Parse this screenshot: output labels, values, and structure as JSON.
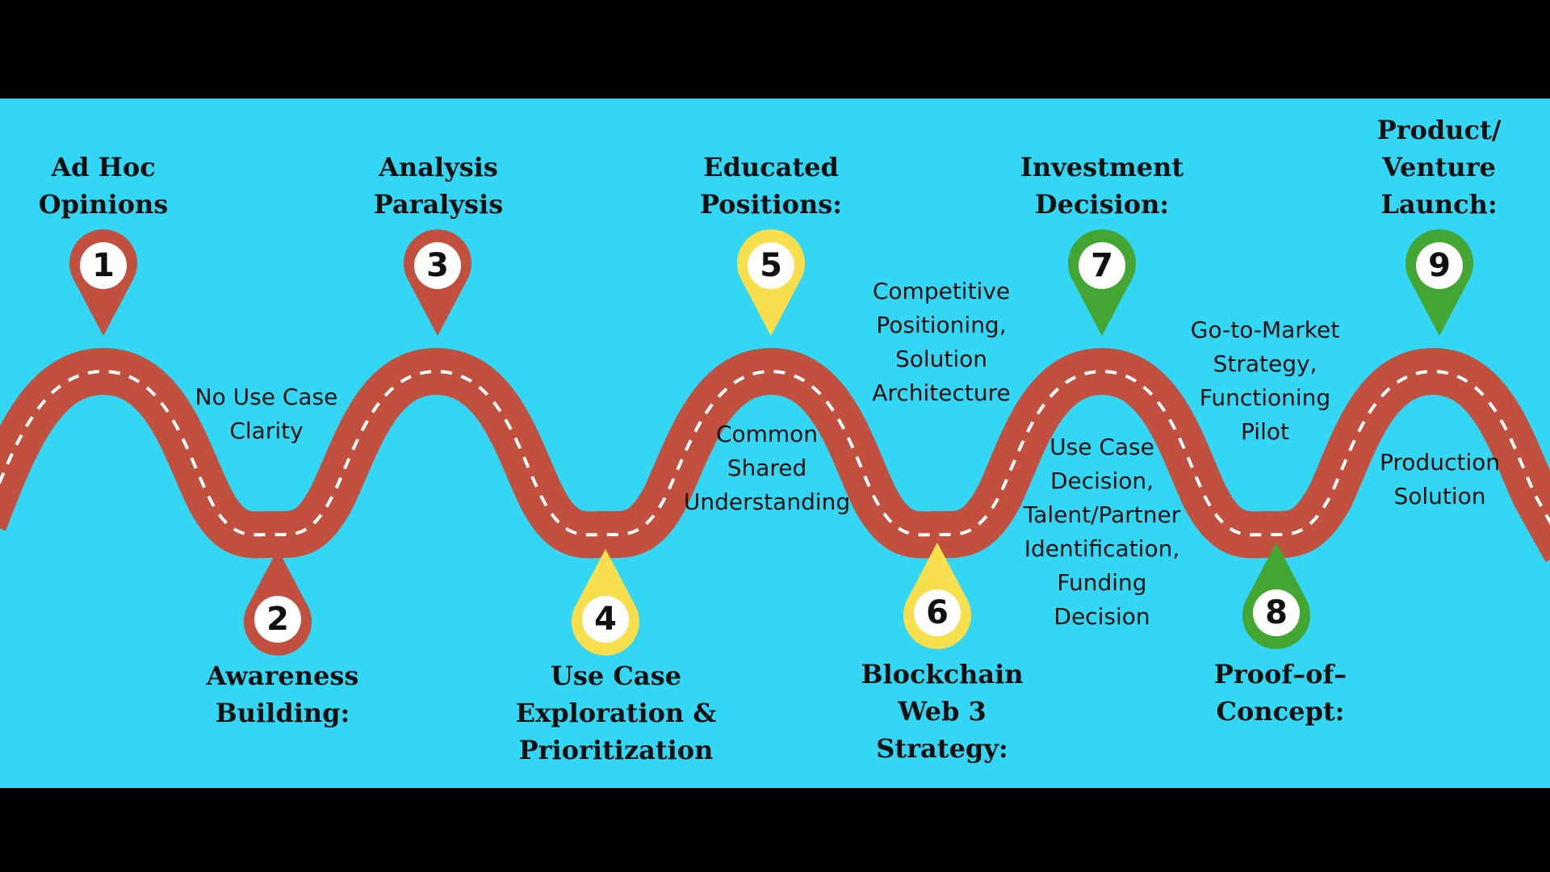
{
  "colors": {
    "background": "#33d6f3",
    "frame": "#000000",
    "road": "#c2503f",
    "road_dash": "#ffffff",
    "red": "#c2503f",
    "yellow": "#f7df4d",
    "green": "#43a632",
    "text": "#111111"
  },
  "stages": [
    {
      "number": "1",
      "title": "Ad Hoc\nOpinions",
      "color": "red",
      "description": ""
    },
    {
      "number": "2",
      "title": "Awareness\nBuilding:",
      "color": "red",
      "description": "No Use Case\nClarity"
    },
    {
      "number": "3",
      "title": "Analysis\nParalysis",
      "color": "red",
      "description": ""
    },
    {
      "number": "4",
      "title": "Use Case\nExploration &\nPrioritization",
      "color": "yellow",
      "description": ""
    },
    {
      "number": "5",
      "title": "Educated\nPositions:",
      "color": "yellow",
      "description": "Common\nShared\nUnderstanding"
    },
    {
      "number": "6",
      "title": "Blockchain\nWeb 3\nStrategy:",
      "color": "yellow",
      "description": "Competitive\nPositioning,\nSolution\nArchitecture"
    },
    {
      "number": "7",
      "title": "Investment\nDecision:",
      "color": "green",
      "description": "Use Case\nDecision,\nTalent/Partner\nIdentification,\nFunding\nDecision"
    },
    {
      "number": "8",
      "title": "Proof–of–\nConcept:",
      "color": "green",
      "description": "Go-to-Market\nStrategy,\nFunctioning\nPilot"
    },
    {
      "number": "9",
      "title": "Product/\nVenture\nLaunch:",
      "color": "green",
      "description": "Production\nSolution"
    }
  ]
}
